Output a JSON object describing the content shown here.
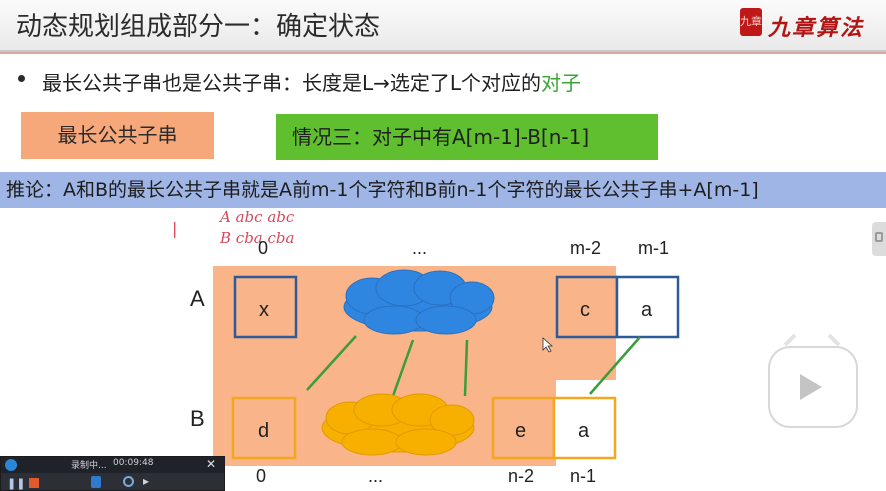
{
  "header": {
    "title": "动态规划组成部分一：确定状态",
    "logo_seal": "九章",
    "logo_brand": "九章算法"
  },
  "bullet": {
    "text_main": "最长公共子串也是公共子串：长度是L→选定了L个对应的",
    "text_highlight": "对子"
  },
  "boxes": {
    "lcs": "最长公共子串",
    "case3": "情况三：对子中有A[m-1]-B[n-1]"
  },
  "conclusion": "推论：A和B的最长公共子串就是A前m-1个字符和B前n-1个字符的最长公共子串+A[m-1]",
  "handwriting": {
    "line1": "A  abc  abc",
    "line2": "B  cba  cba"
  },
  "diagram": {
    "row_a_label": "A",
    "row_b_label": "B",
    "top_idx_0": "0",
    "top_ellipsis": "...",
    "top_m2": "m-2",
    "top_m1": "m-1",
    "bot_idx_0": "0",
    "bot_ellipsis": "...",
    "bot_n2": "n-2",
    "bot_n1": "n-1",
    "cell_a0": "x",
    "cell_a_m2": "c",
    "cell_a_m1": "a",
    "cell_b0": "d",
    "cell_b_n2": "e",
    "cell_b_n1": "a",
    "colors": {
      "orange_bg": "#f9b48a",
      "blue_cloud": "#2f86e0",
      "yellow_cloud": "#f7b000",
      "a_box_border": "#2e5a96",
      "b_box_border": "#f3a71e",
      "link_green": "#3a9c3a"
    }
  },
  "recorder": {
    "status": "录制中...",
    "time": "00:09:48",
    "close": "✕"
  }
}
